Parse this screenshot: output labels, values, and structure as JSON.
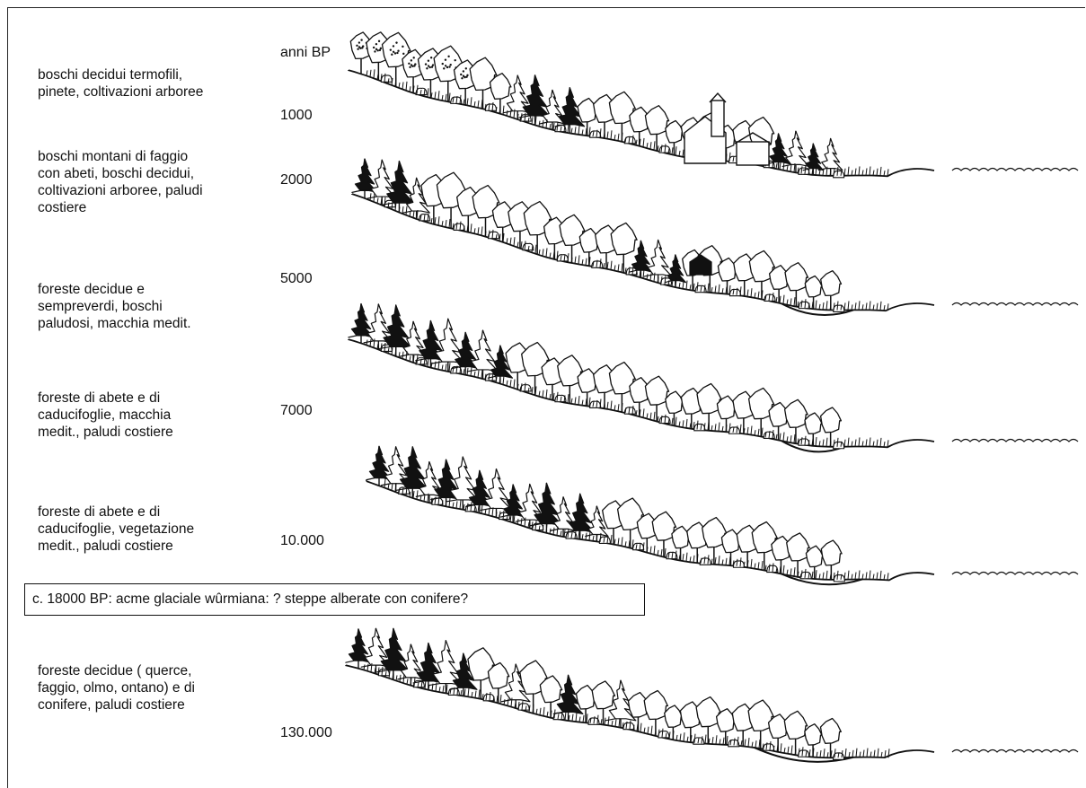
{
  "axis_label": "anni BP",
  "periods": [
    {
      "age": "1000",
      "vegetation": "boschi decidui termofili,\npinete, coltivazioni arboree"
    },
    {
      "age": "2000",
      "vegetation": "boschi montani di faggio\ncon abeti, boschi decidui,\ncoltivazioni arboree, paludi\ncostiere"
    },
    {
      "age": "5000",
      "vegetation": "foreste decidue  e\nsempreverdi, boschi\npaludosi, macchia medit."
    },
    {
      "age": "7000",
      "vegetation": "foreste di abete e di\ncaducifoglie, macchia\nmedit., paludi costiere"
    },
    {
      "age": "10.000",
      "vegetation": "foreste di abete e di\ncaducifoglie, vegetazione\nmedit., paludi costiere"
    },
    {
      "age": "130.000",
      "vegetation": "foreste decidue ( querce,\nfaggio, olmo, ontano) e  di\nconifere, paludi costiere"
    }
  ],
  "glacial_note": "c. 18000 BP:  acme glaciale wûrmiana: ? steppe alberate con conifere?",
  "colors": {
    "ink": "#111111",
    "background": "#ffffff"
  }
}
